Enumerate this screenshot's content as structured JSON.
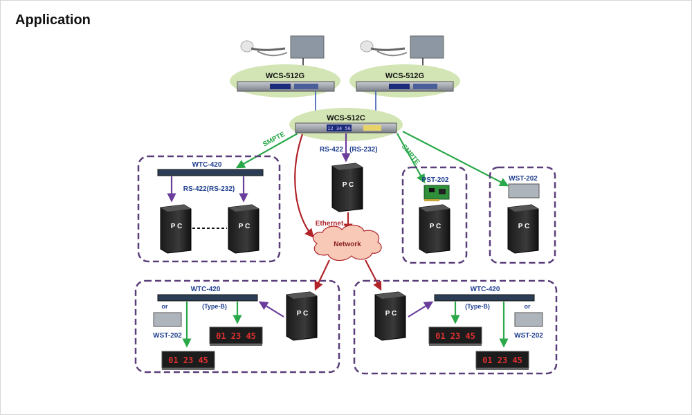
{
  "page": {
    "title": "Application"
  },
  "labels": {
    "wcs512g_left": "WCS-512G",
    "wcs512g_right": "WCS-512G",
    "wcs512c": "WCS-512C",
    "smpte_left": "SMPTE",
    "smpte_right": "SMPTE",
    "rs422_top": "RS-422",
    "rs232_top": "(RS-232)",
    "wtc420_topleft": "WTC-420",
    "rs422_rs232": "RS-422(RS-232)",
    "ethernet": "Ethernet",
    "network": "Network",
    "pst202": "PST-202",
    "wst202_top": "WST-202",
    "wtc420_bottomleft": "WTC-420",
    "typeb_left": "(Type-B)",
    "or_left": "or",
    "wst202_bottomleft": "WST-202",
    "wtc420_bottomright": "WTC-420",
    "typeb_right": "(Type-B)",
    "or_right": "or",
    "wst202_bottomright": "WST-202",
    "pc": "P C"
  },
  "clocks": {
    "display1": "01 23 45",
    "display2": "01 23 45",
    "display3": "01 23 45",
    "display4": "01 23 45",
    "wcs512c_display": "12 34 56"
  },
  "colors": {
    "smpte_green": "#2aa84a",
    "rs_purple": "#6a3d9a",
    "ethernet_red": "#b0242a",
    "label_blue": "#1f3f8f",
    "box_border": "#5a3e7a",
    "cloud_fill": "#f7c9b6",
    "ellipse_fill": "#d3e4b5"
  }
}
